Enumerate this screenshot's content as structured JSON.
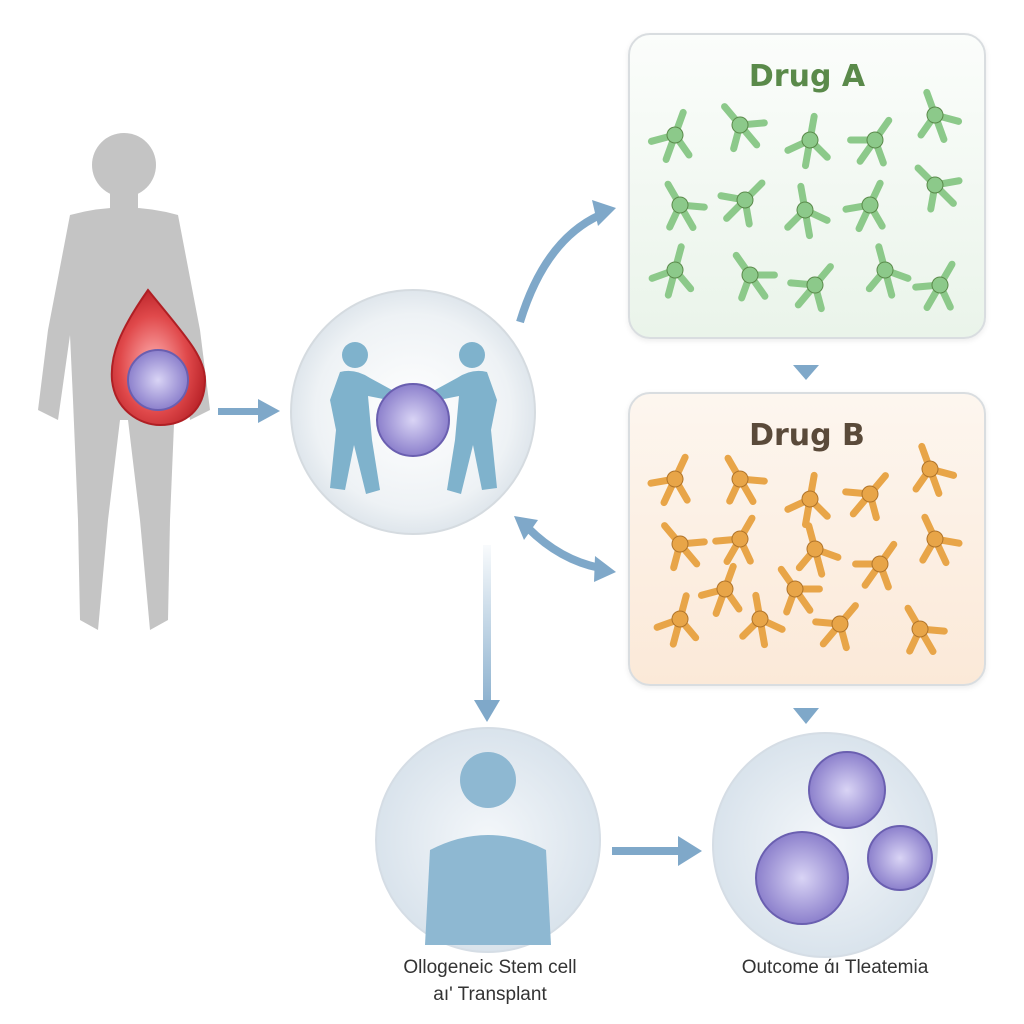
{
  "panels": {
    "drug_a": {
      "title": "Drug A",
      "color": "#5a8a4a",
      "cell_color": "#8cc98a"
    },
    "drug_b": {
      "title": "Drug B",
      "color": "#5a4a3a",
      "cell_color": "#e8a548"
    }
  },
  "captions": {
    "transplant_line1": "Ollogeneic Stem cell",
    "transplant_line2": "aı' Transplant",
    "outcome": "Outcome ɑ́ı Tleatemia"
  },
  "colors": {
    "arrow": "#7fa8c9",
    "figure_grey": "#bfbfbf",
    "figure_blue": "#7fb2cc",
    "blood": "#d9383a",
    "cancer_cell": "#9b8fd1"
  }
}
